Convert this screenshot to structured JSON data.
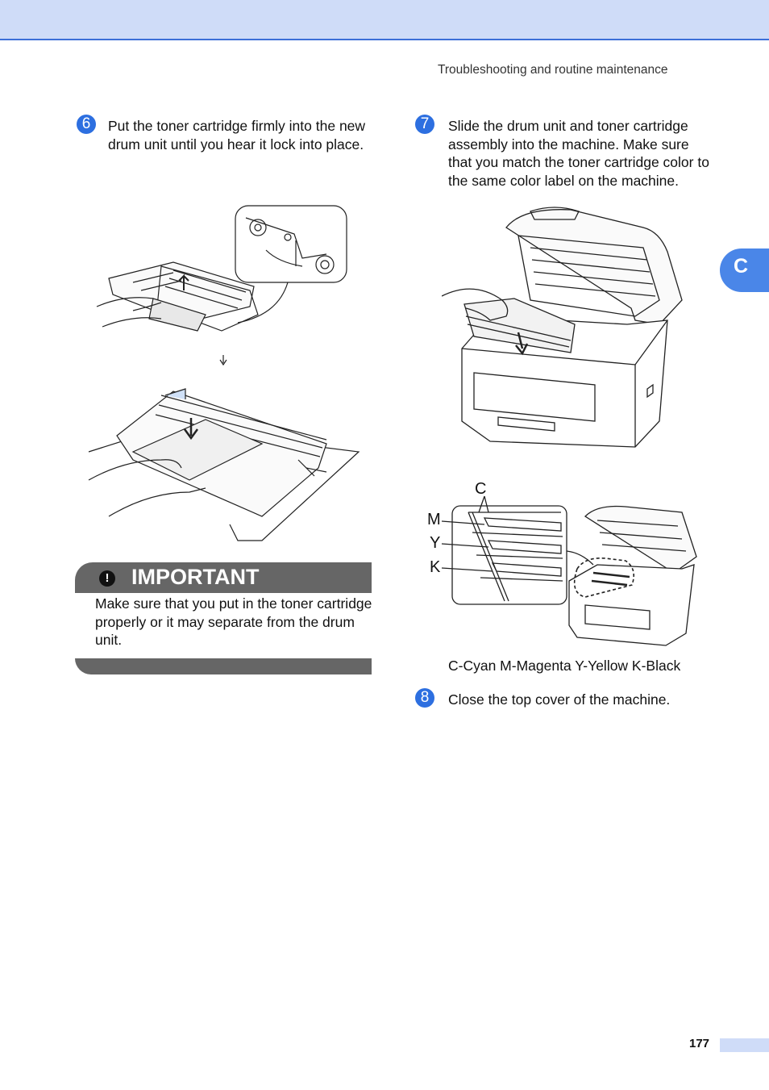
{
  "header": {
    "running_head": "Troubleshooting and routine maintenance",
    "chapter_tab": "C"
  },
  "steps": [
    {
      "number": "6",
      "text": "Put the toner cartridge firmly into the new drum unit until you hear it lock into place."
    },
    {
      "number": "7",
      "text": "Slide the drum unit and toner cartridge assembly into the machine. Make sure that you match the toner cartridge color to the same color label on the machine."
    },
    {
      "number": "8",
      "text": "Close the top cover of the machine."
    }
  ],
  "important": {
    "title": "IMPORTANT",
    "body": "Make sure that you put in the toner cartridge properly or it may separate from the drum unit."
  },
  "figure_labels": {
    "c": "C",
    "m": "M",
    "y": "Y",
    "k": "K"
  },
  "caption": "C-Cyan M-Magenta Y-Yellow K-Black",
  "footer": {
    "page_number": "177"
  }
}
